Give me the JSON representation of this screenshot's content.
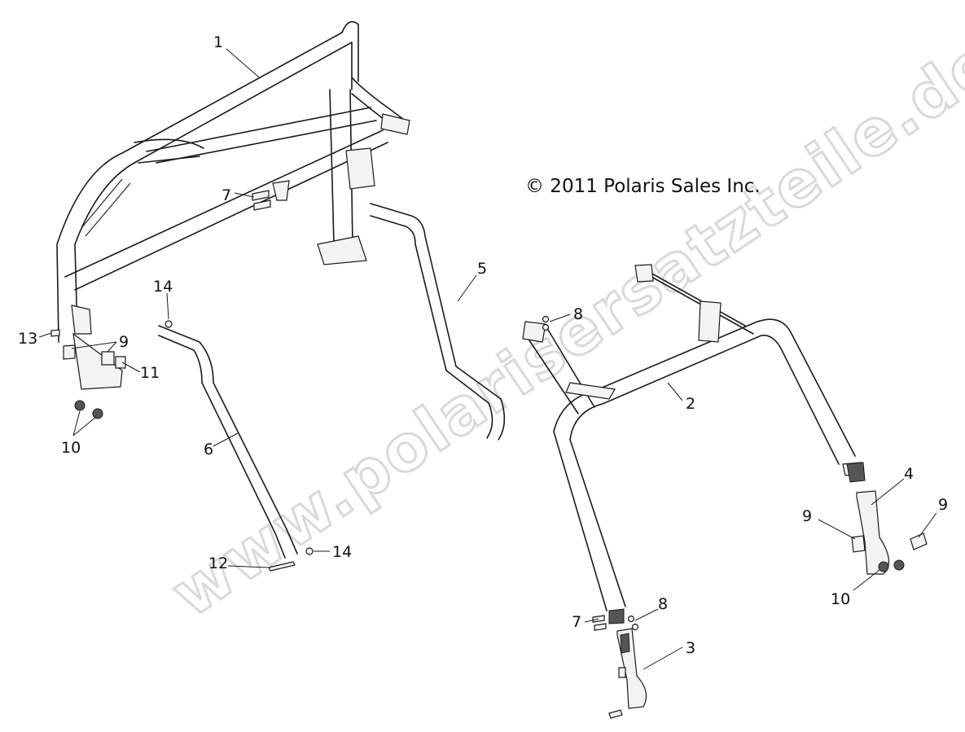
{
  "copyright": "© 2011 Polaris Sales Inc.",
  "watermark": "www.polarisersatzteile.de",
  "callouts": [
    {
      "id": "c1",
      "label": "1"
    },
    {
      "id": "c2",
      "label": "2"
    },
    {
      "id": "c3",
      "label": "3"
    },
    {
      "id": "c4",
      "label": "4"
    },
    {
      "id": "c5",
      "label": "5"
    },
    {
      "id": "c6",
      "label": "6"
    },
    {
      "id": "c7a",
      "label": "7"
    },
    {
      "id": "c7b",
      "label": "7"
    },
    {
      "id": "c8a",
      "label": "8"
    },
    {
      "id": "c8b",
      "label": "8"
    },
    {
      "id": "c9a",
      "label": "9"
    },
    {
      "id": "c9b",
      "label": "9"
    },
    {
      "id": "c9c",
      "label": "9"
    },
    {
      "id": "c10a",
      "label": "10"
    },
    {
      "id": "c10b",
      "label": "10"
    },
    {
      "id": "c11",
      "label": "11"
    },
    {
      "id": "c12",
      "label": "12"
    },
    {
      "id": "c13",
      "label": "13"
    },
    {
      "id": "c14a",
      "label": "14"
    },
    {
      "id": "c14b",
      "label": "14"
    }
  ]
}
